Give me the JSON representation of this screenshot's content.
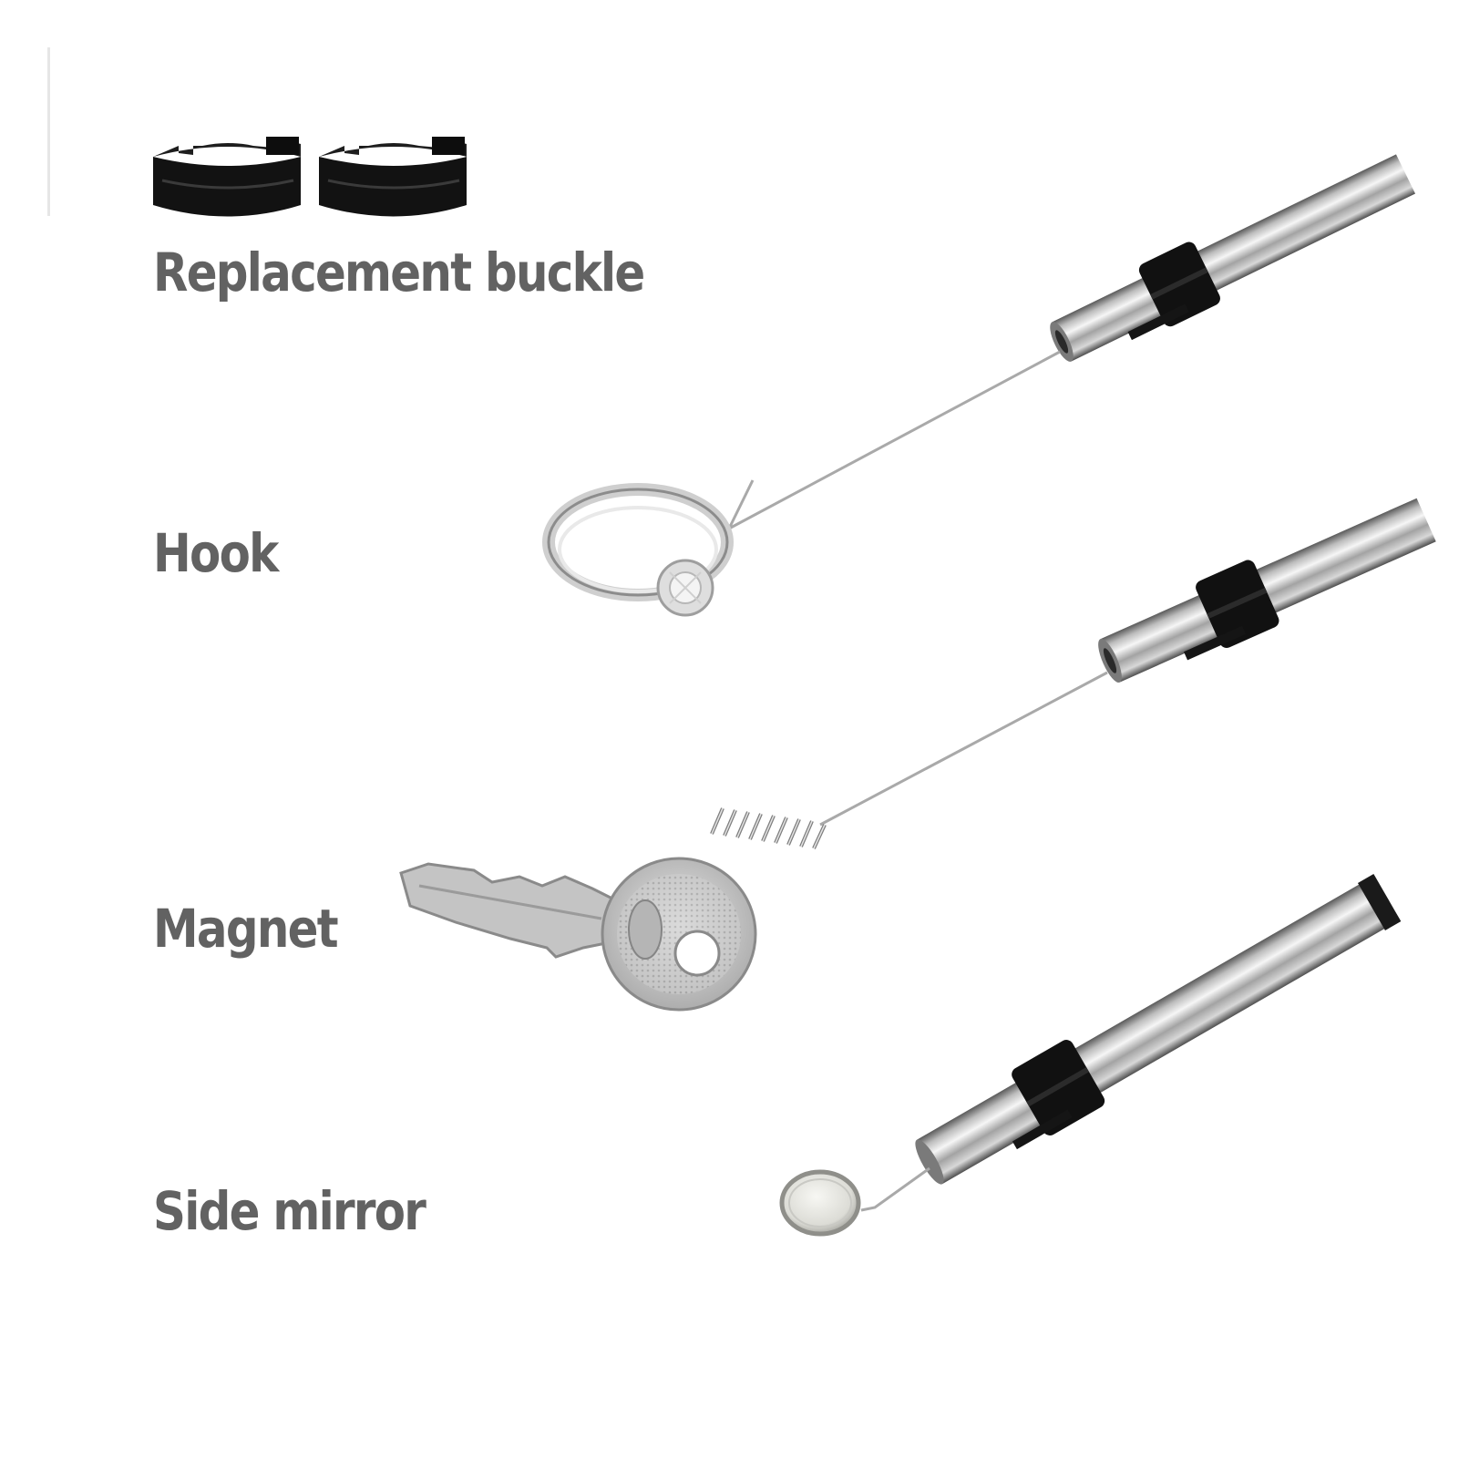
{
  "labels": {
    "buckle": "Replacement buckle",
    "hook": "Hook",
    "magnet": "Magnet",
    "mirror": "Side mirror"
  },
  "colors": {
    "text": "#626262",
    "clip": "#111111",
    "steel_light": "#ececec",
    "steel_dark": "#6f6f6f",
    "wire": "#a9a9a9"
  },
  "icons": {
    "buckle": "c-clip-icon",
    "ring": "ring-icon",
    "key": "key-icon",
    "mirror": "round-mirror-icon"
  }
}
